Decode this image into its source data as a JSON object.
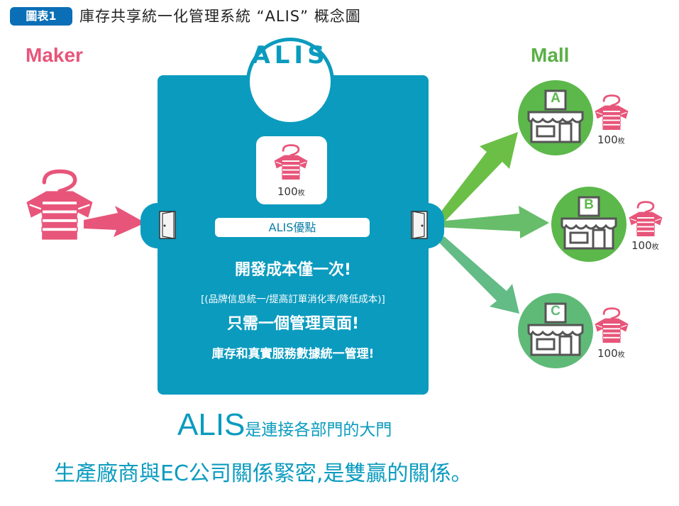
{
  "header": {
    "badge": "圖表1",
    "title": "庫存共享統一化管理系統 “ALIS” 概念圖"
  },
  "maker_label": "Maker",
  "mall_label": "Mall",
  "alis_logo": "ALIS",
  "center_quantity": "100",
  "quantity_unit": "枚",
  "merit_label": "ALIS優點",
  "features": {
    "line1": "開發成本僅一次!",
    "line2": "[(品牌信息統一/提高訂單消化率/降低成本)]",
    "line3": "只需一個管理頁面!",
    "line4": "庫存和真實服務數據統一管理!"
  },
  "stores": [
    {
      "letter": "A",
      "quantity": "100",
      "unit": "枚",
      "color": "#5cb84a"
    },
    {
      "letter": "B",
      "quantity": "100",
      "unit": "枚",
      "color": "#5cb84a"
    },
    {
      "letter": "C",
      "quantity": "100",
      "unit": "枚",
      "color": "#5fba78"
    }
  ],
  "bottom": {
    "alis": "ALIS",
    "line1_rest": "是連接各部門的大門",
    "line2": "生產廠商與EC公司關係緊密,是雙贏的關係。"
  },
  "colors": {
    "pink": "#e8557a",
    "blue": "#0b9bbf",
    "green": "#5cb84a",
    "header_blue": "#0a6fb6"
  }
}
